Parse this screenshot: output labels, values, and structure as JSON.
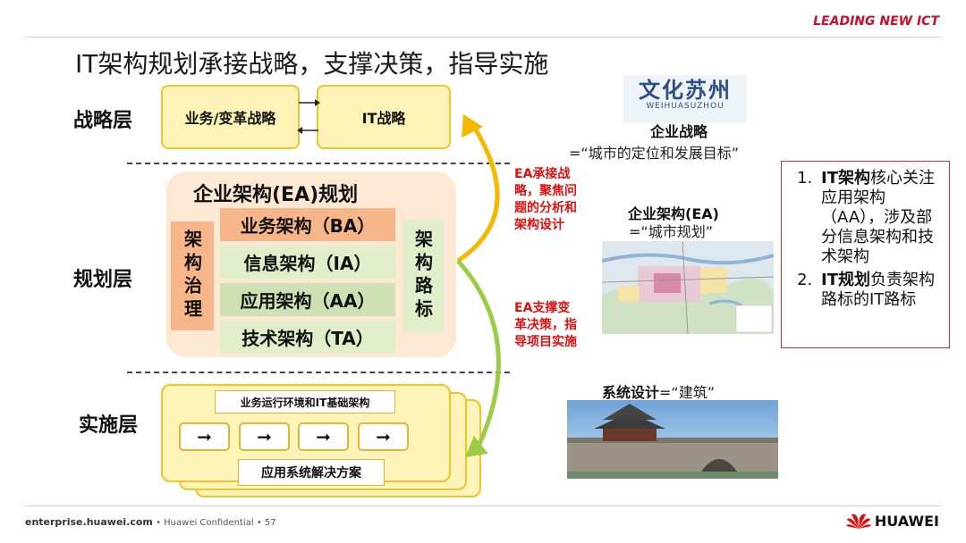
{
  "header": {
    "brand_part1": "LEADING",
    "brand_part2": " NEW ICT",
    "title": "IT架构规划承接战略，支撑决策，指导实施"
  },
  "layers": {
    "strategy": "战略层",
    "planning": "规划层",
    "implementation": "实施层"
  },
  "strategy": {
    "business_box": "业务/变革战略",
    "it_box": "IT战略"
  },
  "ea": {
    "title": "企业架构(EA)规划",
    "governance": "架构治理",
    "roadmap": "架构路标",
    "items": [
      "业务架构（BA）",
      "信息架构（IA）",
      "应用架构（AA）",
      "技术架构（TA）"
    ]
  },
  "implementation": {
    "top_label": "业务运行环境和IT基础架构",
    "arrows": [
      "➞",
      "➞",
      "➞",
      "➞"
    ],
    "bottom_label": "应用系统解决方案"
  },
  "notes": {
    "upper_red": "EA承接战略，聚焦问题的分析和架构设计",
    "lower_red": "EA支撑变革决策，指导项目实施"
  },
  "analogy": {
    "logo_cn": "文化苏州",
    "logo_en": "WEIHUASUZHOU",
    "strategy_title": "企业战略",
    "strategy_quote": "=“城市的定位和发展目标”",
    "ea_title": "企业架构(EA)",
    "ea_quote": "=“城市规划”",
    "system_title": "系统设计",
    "system_quote": "=“建筑”"
  },
  "right_box": {
    "items": [
      {
        "num": "1.",
        "bold": "IT架构",
        "text": "核心关注应用架构（AA），涉及部分信息架构和技术架构"
      },
      {
        "num": "2.",
        "bold": "IT规划",
        "text": "负责架构路标的IT路标"
      }
    ]
  },
  "footer": {
    "site": "enterprise.huawei.com",
    "confidential": "Huawei Confidential",
    "page": "57",
    "company": "HUAWEI"
  },
  "colors": {
    "accent_red": "#e01010",
    "yellow_arrow": "#f5b800",
    "green_arrow": "#9acd44",
    "box_fill": "#fff4b8"
  }
}
